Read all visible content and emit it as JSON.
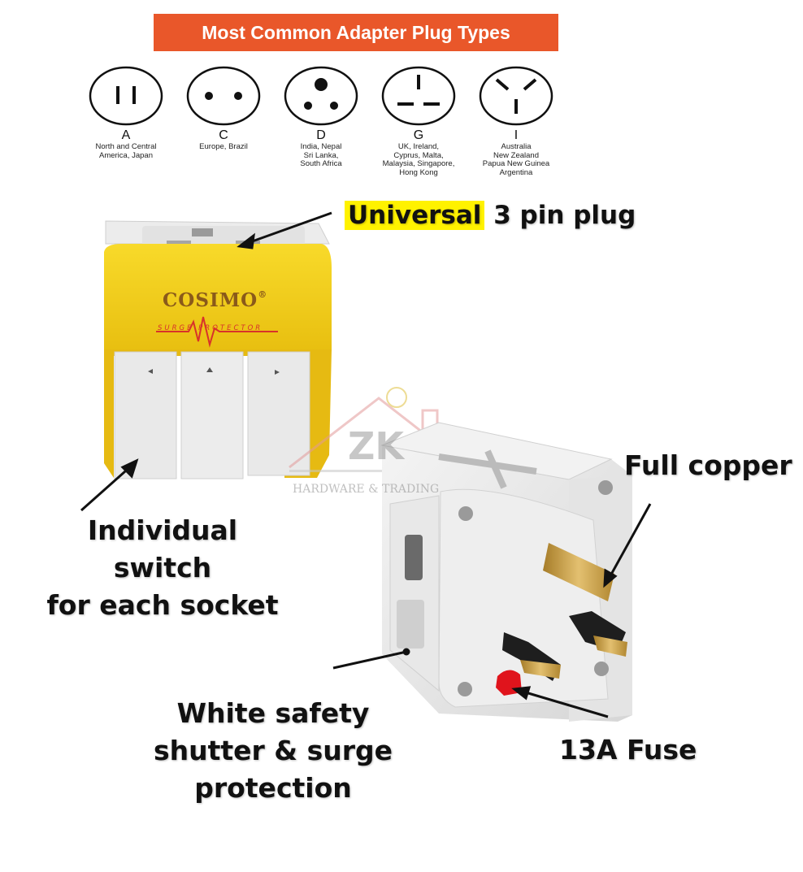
{
  "banner": {
    "title": "Most Common Adapter Plug Types",
    "bg_color": "#e9572a"
  },
  "plug_types": [
    {
      "letter": "A",
      "countries": "North and Central\nAmerica, Japan"
    },
    {
      "letter": "C",
      "countries": "Europe, Brazil"
    },
    {
      "letter": "D",
      "countries": "India, Nepal\nSri Lanka,\nSouth Africa"
    },
    {
      "letter": "G",
      "countries": "UK, Ireland,\nCyprus, Malta,\nMalaysia, Singapore,\nHong Kong"
    },
    {
      "letter": "I",
      "countries": "Australia\nNew Zealand\nPapua New Guinea\nArgentina"
    }
  ],
  "product": {
    "brand": "COSIMO",
    "brand_mark": "®",
    "tagline": "SURGE PROTECTOR",
    "watermark_letters": "ZK",
    "watermark_text": "HARDWARE & TRADING"
  },
  "callouts": {
    "universal_highlight": "Universal",
    "universal_rest": "3 pin plug",
    "switch_line1": "Individual switch",
    "switch_line2": "for each socket",
    "copper": "Full copper",
    "shutter_line1": "White safety",
    "shutter_line2": "shutter & surge",
    "shutter_line3": "protection",
    "fuse": "13A Fuse"
  },
  "colors": {
    "highlight": "#fff200",
    "adapter_yellow": "#f3cf1d",
    "fuse_red": "#e0141c",
    "copper": "#c9a24a"
  }
}
